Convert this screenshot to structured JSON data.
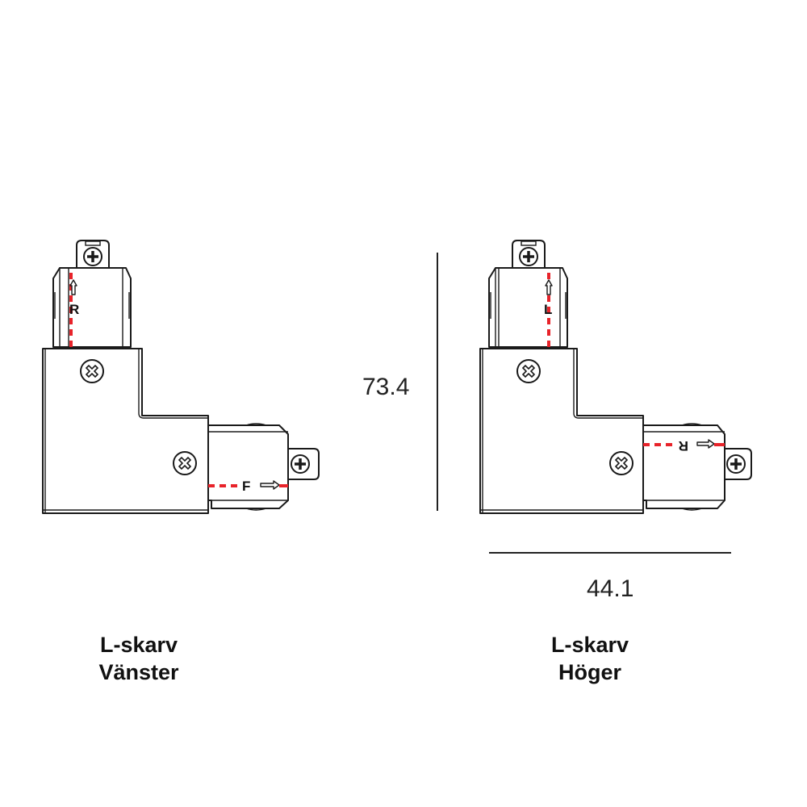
{
  "dimensions": {
    "height": "73.4",
    "width": "44.1"
  },
  "connectors": [
    {
      "title": "L-skarv",
      "subtitle": "Vänster",
      "vertical_mark": "R",
      "horizontal_mark": "F"
    },
    {
      "title": "L-skarv",
      "subtitle": "Höger",
      "vertical_mark": "L",
      "horizontal_mark": "R"
    }
  ],
  "colors": {
    "line": "#1a1a1a",
    "polarity": "#e8232a"
  }
}
